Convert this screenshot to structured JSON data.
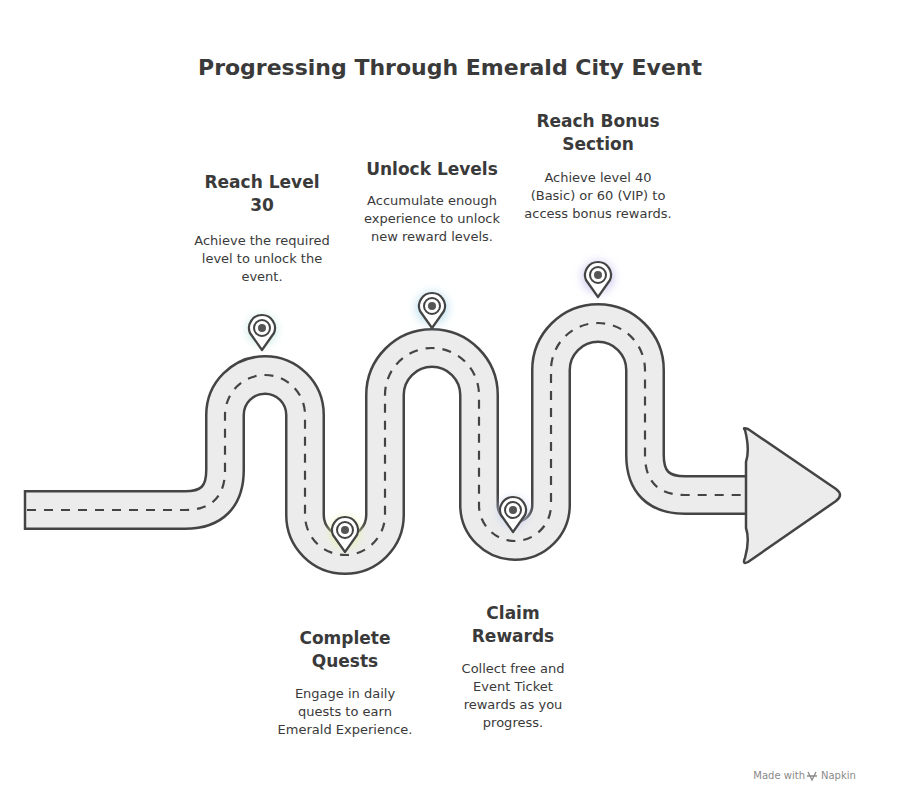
{
  "diagram": {
    "title": "Progressing Through Emerald City Event",
    "labels": [
      "Reach Level 30",
      "Achieve the required level to unlock the event.",
      "Complete Quests",
      "Engage in daily quests to earn Emerald Experience.",
      "Unlock Levels",
      "Accumulate enough experience to unlock new reward levels.",
      "Claim Rewards",
      "Collect free and Event Ticket rewards as you progress.",
      "Reach Bonus Section",
      "Achieve level 40 (Basic) or 60 (VIP) to access bonus rewards.",
      "Made with",
      "Napkin"
    ]
  }
}
